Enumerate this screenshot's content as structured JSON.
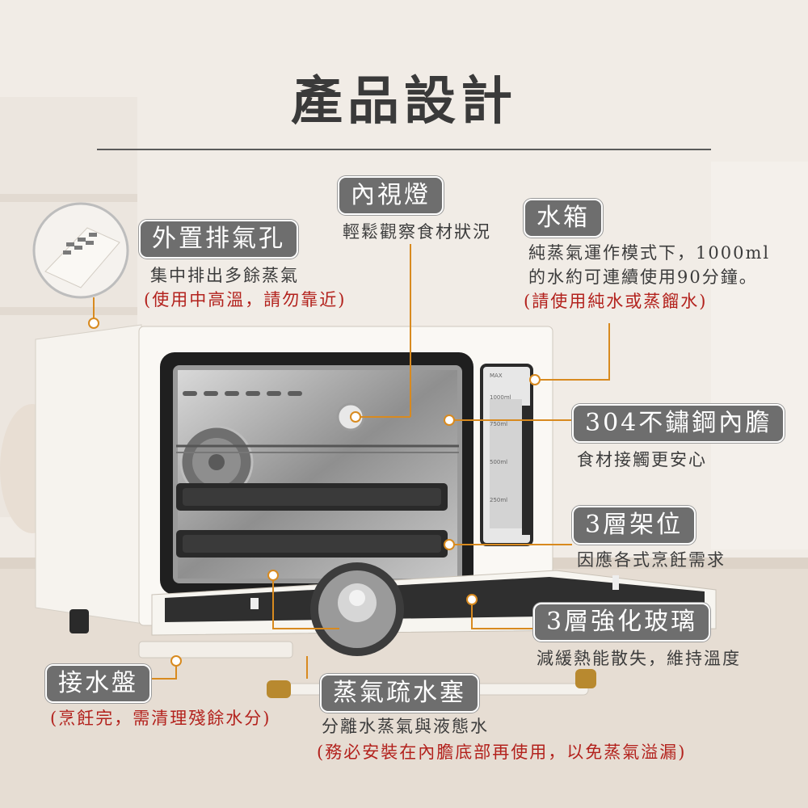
{
  "title": "產品設計",
  "accent_color": "#d88a1f",
  "callouts": {
    "exhaust": {
      "label": "外置排氣孔",
      "desc": "集中排出多餘蒸氣",
      "note": "(使用中高溫，請勿靠近)"
    },
    "light": {
      "label": "內視燈",
      "desc": "輕鬆觀察食材狀況"
    },
    "tank": {
      "label": "水箱",
      "desc1": "純蒸氣運作模式下，1000ml",
      "desc2": "的水約可連續使用90分鐘。",
      "note": "(請使用純水或蒸餾水)"
    },
    "steel": {
      "label": "304不鏽鋼內膽",
      "desc": "食材接觸更安心"
    },
    "racks": {
      "label": "3層架位",
      "desc": "因應各式烹飪需求"
    },
    "glass": {
      "label": "3層強化玻璃",
      "desc": "減緩熱能散失，維持溫度"
    },
    "tray": {
      "label": "接水盤",
      "note": "(烹飪完，需清理殘餘水分)"
    },
    "plug": {
      "label": "蒸氣疏水塞",
      "desc": "分離水蒸氣與液態水",
      "note": "(務必安裝在內膽底部再使用，以免蒸氣溢漏)"
    }
  },
  "tank_marks": [
    "MAX",
    "1000ml",
    "750ml",
    "500ml",
    "250ml"
  ]
}
